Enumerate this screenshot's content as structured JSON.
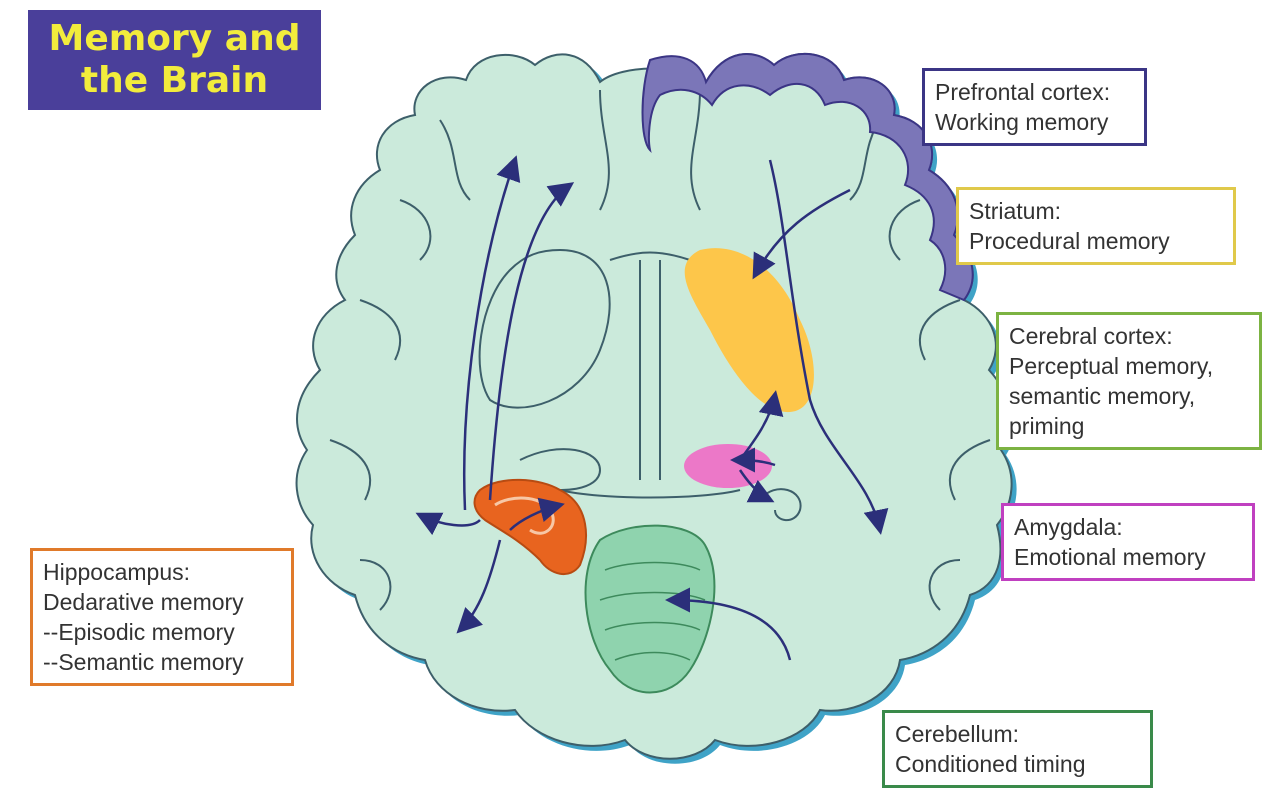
{
  "title": {
    "line1": "Memory and",
    "line2": "the Brain"
  },
  "labels": {
    "prefrontal": {
      "line1": "Prefrontal cortex:",
      "line2": "Working memory"
    },
    "striatum": {
      "line1": "Striatum:",
      "line2": "Procedural memory"
    },
    "cerebral": {
      "line1": "Cerebral cortex:",
      "line2": "Perceptual memory,",
      "line3": "semantic memory,",
      "line4": "priming"
    },
    "amygdala": {
      "line1": "Amygdala:",
      "line2": "Emotional memory"
    },
    "hippocampus": {
      "line1": "Hippocampus:",
      "line2": "Dedarative memory",
      "line3": "--Episodic memory",
      "line4": "--Semantic memory"
    },
    "cerebellum": {
      "line1": "Cerebellum:",
      "line2": "Conditioned timing"
    }
  },
  "colors": {
    "brain": "#cbeadb",
    "shadow": "#3fa3c7",
    "prefrontal": "#7b76b8",
    "striatum": "#fdc64a",
    "amygdala": "#ec78c8",
    "hippocampus": "#e8641f",
    "cerebellum": "#8fd3ae",
    "arrows": "#2b2f7a"
  }
}
